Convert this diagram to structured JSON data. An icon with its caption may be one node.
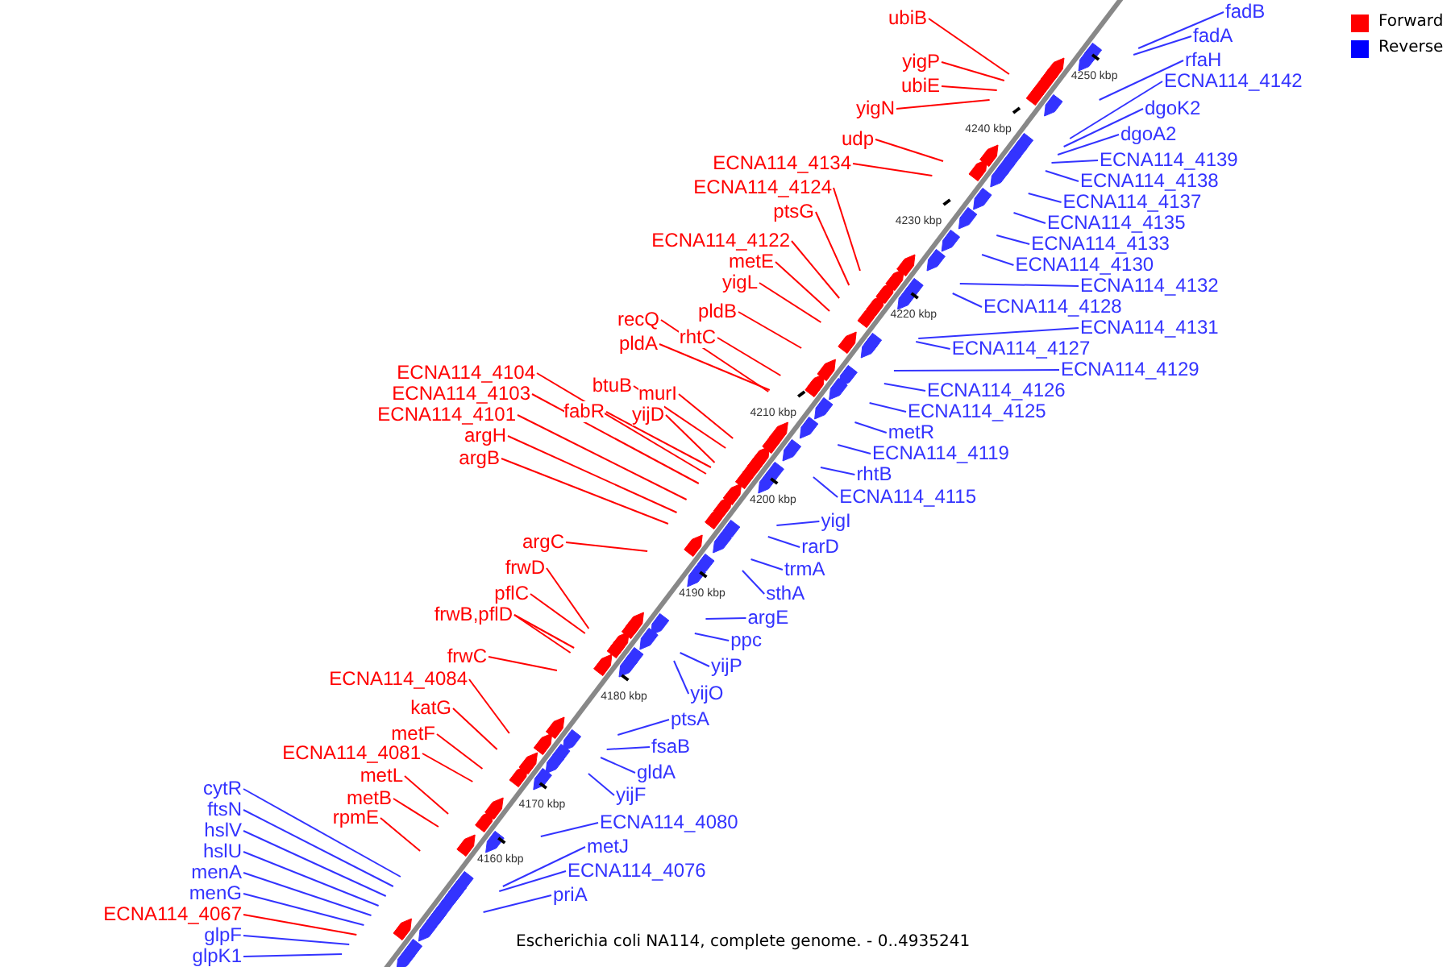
{
  "diagram": {
    "caption": "Escherichia coli NA114, complete genome. - 0..4935241",
    "nodes": [
      {
        "text": [
          "ubiB"
        ]
      },
      {
        "text": [
          "yigP"
        ]
      },
      {
        "text": [
          "ubiE"
        ]
      },
      {
        "text": [
          "yigN"
        ]
      },
      {
        "text": [
          "udp"
        ]
      },
      {
        "text": [
          "ECNA114_4134"
        ]
      },
      {
        "text": [
          "ECNA114_4124"
        ]
      },
      {
        "text": [
          "ptsG"
        ]
      },
      {
        "text": [
          "ECNA114_4122"
        ]
      },
      {
        "text": [
          "metE"
        ]
      },
      {
        "text": [
          "yigL"
        ]
      },
      {
        "text": [
          "pldB"
        ]
      },
      {
        "text": [
          "rhtC"
        ]
      },
      {
        "text": [
          "recQ"
        ]
      },
      {
        "text": [
          "pldA"
        ]
      },
      {
        "text": [
          "ECNA114_4104"
        ]
      },
      {
        "text": [
          "ECNA114_4103"
        ]
      },
      {
        "text": [
          "btuB"
        ]
      },
      {
        "text": [
          "murI"
        ]
      },
      {
        "text": [
          "fabR"
        ]
      },
      {
        "text": [
          "ECNA114_4101"
        ]
      },
      {
        "text": [
          "yijD"
        ]
      },
      {
        "text": [
          "argH"
        ]
      },
      {
        "text": [
          "argB"
        ]
      },
      {
        "text": [
          "argC"
        ]
      },
      {
        "text": [
          "frwD"
        ]
      },
      {
        "text": [
          "pflC"
        ]
      },
      {
        "text": [
          "frwB,pflD"
        ]
      },
      {
        "text": [
          "frwC"
        ]
      },
      {
        "text": [
          "ECNA114_4084"
        ]
      },
      {
        "text": [
          "katG"
        ]
      },
      {
        "text": [
          "metF"
        ]
      },
      {
        "text": [
          "ECNA114_4081"
        ]
      },
      {
        "text": [
          "metL"
        ]
      },
      {
        "text": [
          "metB"
        ]
      },
      {
        "text": [
          "rpmE"
        ]
      },
      {
        "text": [
          "ECNA114_4067"
        ]
      },
      {
        "text": [
          "ftsN"
        ]
      },
      {
        "text": [
          "glpK1"
        ]
      },
      {
        "text": [
          "menA"
        ]
      },
      {
        "text": [
          "hslV"
        ]
      },
      {
        "text": [
          "cytR"
        ]
      },
      {
        "text": [
          "hslU"
        ]
      },
      {
        "text": [
          "menG"
        ]
      },
      {
        "text": [
          "glpF"
        ]
      },
      {
        "text": [
          "fadB"
        ]
      },
      {
        "text": [
          "fadA"
        ]
      },
      {
        "text": [
          "rfaH"
        ]
      },
      {
        "text": [
          "ECNA114_4142"
        ]
      },
      {
        "text": [
          "dgoK2"
        ]
      },
      {
        "text": [
          "dgoA2"
        ]
      },
      {
        "text": [
          "ECNA114_4139"
        ]
      },
      {
        "text": [
          "ECNA114_4138"
        ]
      },
      {
        "text": [
          "ECNA114_4137"
        ]
      },
      {
        "text": [
          "ECNA114_4135"
        ]
      },
      {
        "text": [
          "ECNA114_4133"
        ]
      },
      {
        "text": [
          "ECNA114_4130"
        ]
      },
      {
        "text": [
          "ECNA114_4132"
        ]
      },
      {
        "text": [
          "ECNA114_4128"
        ]
      },
      {
        "text": [
          "ECNA114_4131"
        ]
      },
      {
        "text": [
          "ECNA114_4127"
        ]
      },
      {
        "text": [
          "ECNA114_4129"
        ]
      },
      {
        "text": [
          "ECNA114_4126"
        ]
      },
      {
        "text": [
          "ECNA114_4125"
        ]
      },
      {
        "text": [
          "metR"
        ]
      },
      {
        "text": [
          "ECNA114_4119"
        ]
      },
      {
        "text": [
          "rhtB"
        ]
      },
      {
        "text": [
          "ECNA114_4115"
        ]
      },
      {
        "text": [
          "yigI"
        ]
      },
      {
        "text": [
          "rarD"
        ]
      },
      {
        "text": [
          "trmA"
        ]
      },
      {
        "text": [
          "sthA"
        ]
      },
      {
        "text": [
          "argE"
        ]
      },
      {
        "text": [
          "ppc"
        ]
      },
      {
        "text": [
          "yijP"
        ]
      },
      {
        "text": [
          "yijO"
        ]
      },
      {
        "text": [
          "ptsA"
        ]
      },
      {
        "text": [
          "fsaB"
        ]
      },
      {
        "text": [
          "gldA"
        ]
      },
      {
        "text": [
          "yijF"
        ]
      },
      {
        "text": [
          "ECNA114_4080"
        ]
      },
      {
        "text": [
          "metJ"
        ]
      },
      {
        "text": [
          "ECNA114_4076"
        ]
      },
      {
        "text": [
          "priA"
        ]
      }
    ],
    "edges": [
      {
        "from": 0,
        "to": null,
        "arrow": "none",
        "color": "#ff0000"
      },
      {
        "from": 1,
        "to": null,
        "arrow": "none",
        "color": "#ff0000"
      },
      {
        "from": 2,
        "to": null,
        "arrow": "none",
        "color": "#ff0000"
      },
      {
        "from": 3,
        "to": null,
        "arrow": "none",
        "color": "#ff0000"
      },
      {
        "from": 4,
        "to": null,
        "arrow": "none",
        "color": "#ff0000"
      },
      {
        "from": 5,
        "to": null,
        "arrow": "none",
        "color": "#ff0000"
      },
      {
        "from": 6,
        "to": null,
        "arrow": "none",
        "color": "#ff0000"
      },
      {
        "from": 7,
        "to": null,
        "arrow": "none",
        "color": "#ff0000"
      },
      {
        "from": 8,
        "to": null,
        "arrow": "none",
        "color": "#ff0000"
      },
      {
        "from": 9,
        "to": null,
        "arrow": "none",
        "color": "#ff0000"
      },
      {
        "from": 10,
        "to": null,
        "arrow": "none",
        "color": "#ff0000"
      },
      {
        "from": 11,
        "to": null,
        "arrow": "none",
        "color": "#ff0000"
      },
      {
        "from": 12,
        "to": null,
        "arrow": "none",
        "color": "#ff0000"
      },
      {
        "from": 13,
        "to": null,
        "arrow": "none",
        "color": "#ff0000"
      },
      {
        "from": 14,
        "to": null,
        "arrow": "none",
        "color": "#ff0000"
      },
      {
        "from": 15,
        "to": null,
        "arrow": "none",
        "color": "#ff0000"
      },
      {
        "from": 16,
        "to": null,
        "arrow": "none",
        "color": "#ff0000"
      },
      {
        "from": 17,
        "to": null,
        "arrow": "none",
        "color": "#ff0000"
      },
      {
        "from": 18,
        "to": null,
        "arrow": "none",
        "color": "#ff0000"
      },
      {
        "from": 19,
        "to": null,
        "arrow": "none",
        "color": "#ff0000"
      },
      {
        "from": 20,
        "to": null,
        "arrow": "none",
        "color": "#ff0000"
      },
      {
        "from": 21,
        "to": null,
        "arrow": "none",
        "color": "#ff0000"
      },
      {
        "from": 22,
        "to": null,
        "arrow": "none",
        "color": "#ff0000"
      },
      {
        "from": 23,
        "to": null,
        "arrow": "none",
        "color": "#ff0000"
      },
      {
        "from": 24,
        "to": null,
        "arrow": "none",
        "color": "#ff0000"
      },
      {
        "from": 25,
        "to": null,
        "arrow": "none",
        "color": "#ff0000"
      },
      {
        "from": 26,
        "to": null,
        "arrow": "none",
        "color": "#ff0000"
      },
      {
        "from": 27,
        "to": null,
        "arrow": "none",
        "color": "#ff0000"
      },
      {
        "from": 27,
        "to": null,
        "arrow": "none",
        "color": "#ff0000"
      },
      {
        "from": 28,
        "to": null,
        "arrow": "none",
        "color": "#ff0000"
      },
      {
        "from": 29,
        "to": null,
        "arrow": "none",
        "color": "#ff0000"
      },
      {
        "from": 30,
        "to": null,
        "arrow": "none",
        "color": "#ff0000"
      },
      {
        "from": 31,
        "to": null,
        "arrow": "none",
        "color": "#ff0000"
      },
      {
        "from": 32,
        "to": null,
        "arrow": "none",
        "color": "#ff0000"
      },
      {
        "from": 33,
        "to": null,
        "arrow": "none",
        "color": "#ff0000"
      },
      {
        "from": 34,
        "to": null,
        "arrow": "none",
        "color": "#ff0000"
      },
      {
        "from": 35,
        "to": null,
        "arrow": "none",
        "color": "#ff0000"
      },
      {
        "from": 36,
        "to": null,
        "arrow": "none",
        "color": "#ff0000"
      },
      {
        "from": 37,
        "to": null,
        "arrow": "none"
      },
      {
        "from": 38,
        "to": null,
        "arrow": "none"
      },
      {
        "from": 39,
        "to": null,
        "arrow": "none"
      },
      {
        "from": 40,
        "to": null,
        "arrow": "none"
      },
      {
        "from": 41,
        "to": null,
        "arrow": "none"
      },
      {
        "from": 42,
        "to": null,
        "arrow": "none"
      },
      {
        "from": 43,
        "to": null,
        "arrow": "none"
      },
      {
        "from": 44,
        "to": null,
        "arrow": "none"
      },
      {
        "from": 45,
        "to": null,
        "arrow": "none"
      },
      {
        "from": 46,
        "to": null,
        "arrow": "none"
      },
      {
        "from": 47,
        "to": null,
        "arrow": "none"
      },
      {
        "from": 48,
        "to": null,
        "arrow": "none"
      },
      {
        "from": 49,
        "to": null,
        "arrow": "none"
      },
      {
        "from": 50,
        "to": null,
        "arrow": "none"
      },
      {
        "from": 51,
        "to": null,
        "arrow": "none"
      },
      {
        "from": 52,
        "to": null,
        "arrow": "none"
      },
      {
        "from": 53,
        "to": null,
        "arrow": "none"
      },
      {
        "from": 54,
        "to": null,
        "arrow": "none"
      },
      {
        "from": 55,
        "to": null,
        "arrow": "none"
      },
      {
        "from": 56,
        "to": null,
        "arrow": "none"
      },
      {
        "from": 57,
        "to": null,
        "arrow": "none"
      },
      {
        "from": 58,
        "to": null,
        "arrow": "none"
      },
      {
        "from": 59,
        "to": null,
        "arrow": "none"
      },
      {
        "from": 60,
        "to": null,
        "arrow": "none"
      },
      {
        "from": 61,
        "to": null,
        "arrow": "none"
      },
      {
        "from": 62,
        "to": null,
        "arrow": "none"
      },
      {
        "from": 63,
        "to": null,
        "arrow": "none"
      },
      {
        "from": 64,
        "to": null,
        "arrow": "none"
      },
      {
        "from": 65,
        "to": null,
        "arrow": "none"
      },
      {
        "from": 66,
        "to": null,
        "arrow": "none"
      },
      {
        "from": 67,
        "to": null,
        "arrow": "none"
      },
      {
        "from": 68,
        "to": null,
        "arrow": "none"
      },
      {
        "from": 69,
        "to": null,
        "arrow": "none"
      },
      {
        "from": 70,
        "to": null,
        "arrow": "none"
      },
      {
        "from": 71,
        "to": null,
        "arrow": "none"
      },
      {
        "from": 72,
        "to": null,
        "arrow": "none"
      },
      {
        "from": 73,
        "to": null,
        "arrow": "none"
      },
      {
        "from": 74,
        "to": null,
        "arrow": "none"
      },
      {
        "from": 75,
        "to": null,
        "arrow": "none"
      },
      {
        "from": 76,
        "to": null,
        "arrow": "none"
      },
      {
        "from": 77,
        "to": null,
        "arrow": "none"
      },
      {
        "from": 78,
        "to": null,
        "arrow": "none"
      },
      {
        "from": 79,
        "to": null,
        "arrow": "none"
      },
      {
        "from": 80,
        "to": null,
        "arrow": "none"
      },
      {
        "from": 81,
        "to": null,
        "arrow": "none"
      },
      {
        "from": 82,
        "to": null,
        "arrow": "none"
      },
      {
        "from": 83,
        "to": null,
        "arrow": "none"
      }
    ],
    "labels": [
      "4250 kbp",
      "4240 kbp",
      "4230 kbp",
      "4220 kbp",
      "4210 kbp",
      "4200 kbp",
      "4190 kbp",
      "4180 kbp",
      "4170 kbp",
      "4160 kbp"
    ],
    "legend": [
      {
        "text": "Forward",
        "color": "#ff0000"
      },
      {
        "text": "Reverse",
        "color": "#0000ff"
      }
    ]
  }
}
